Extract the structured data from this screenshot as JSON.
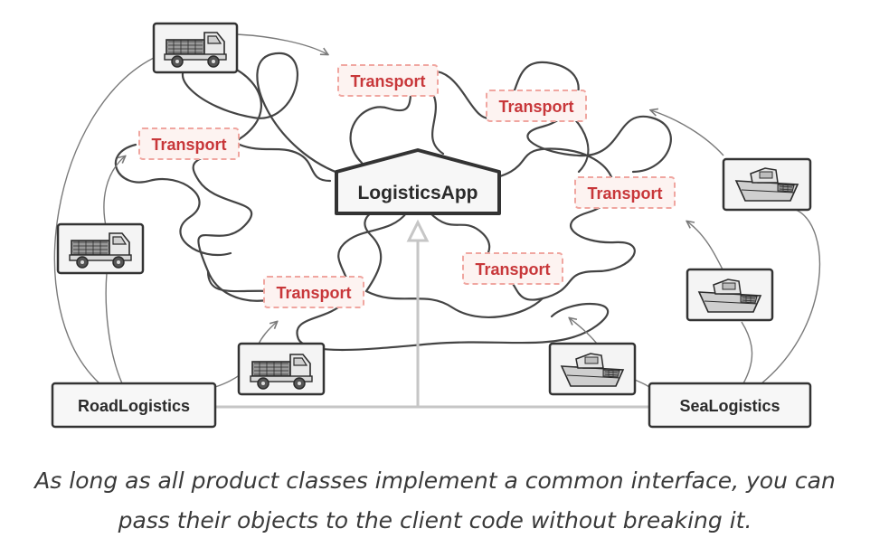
{
  "diagram": {
    "app_label": "LogisticsApp",
    "transport_label": "Transport",
    "road_label": "RoadLogistics",
    "sea_label": "SeaLogistics",
    "colors": {
      "line": "#444444",
      "arrow": "#7a7a7a",
      "dashed_border": "#f0a6a0",
      "dashed_fill": "#fdf3f1",
      "transport_text": "#c8373a",
      "box_border": "#333333",
      "box_fill": "#f7f7f7",
      "inherit_arrow": "#c6c6c6"
    },
    "icons": {
      "truck": "truck-icon",
      "ship": "ship-icon"
    }
  },
  "caption": {
    "line1": "As long as all product classes implement a common interface, you can",
    "line2": "pass their objects to the client code without breaking it."
  }
}
